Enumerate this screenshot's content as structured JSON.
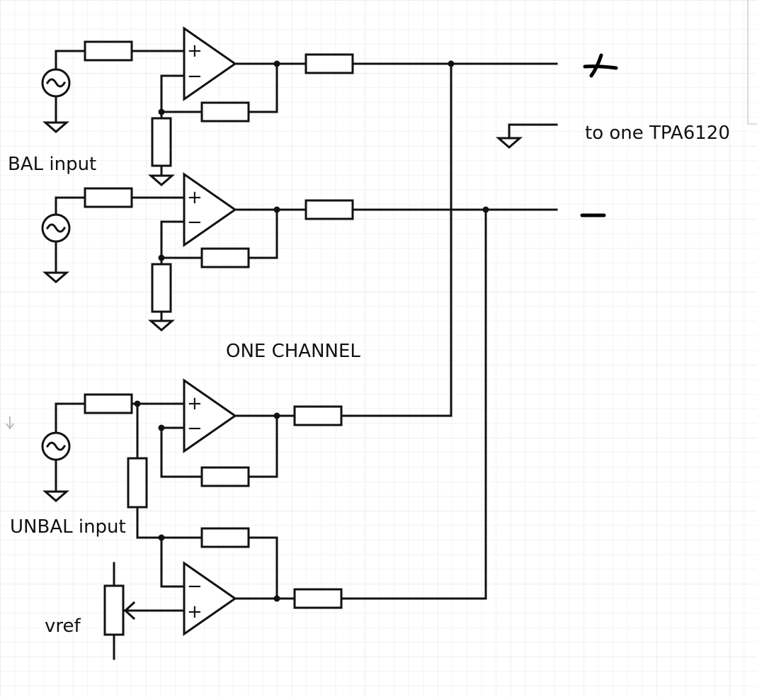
{
  "diagram": {
    "labels": {
      "bal_input": "BAL input",
      "unbal_input": "UNBAL input",
      "one_channel": "ONE CHANNEL",
      "to_tpa": "to one TPA6120",
      "vref": "vref"
    },
    "opamp_pins": {
      "plus": "+",
      "minus": "−"
    },
    "colors": {
      "wire": "#111111",
      "grid": "#e6e6e6",
      "background": "#ffffff"
    }
  }
}
